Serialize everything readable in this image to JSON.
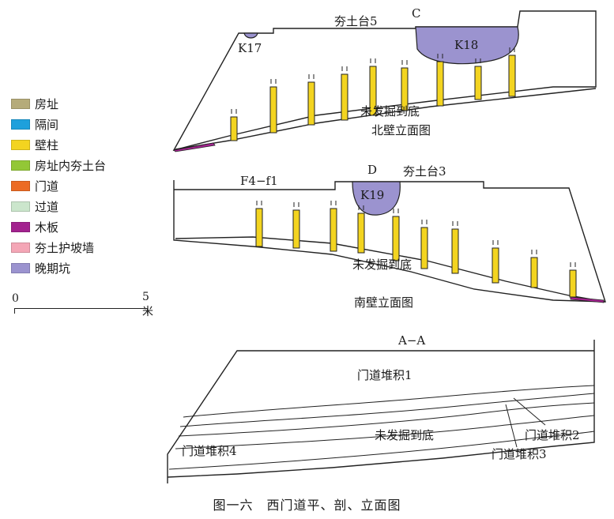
{
  "legend": [
    {
      "label": "房址",
      "color": "#b5ab7a"
    },
    {
      "label": "隔间",
      "color": "#1ea0dc"
    },
    {
      "label": "壁柱",
      "color": "#f3d420"
    },
    {
      "label": "房址内夯土台",
      "color": "#93c736"
    },
    {
      "label": "门道",
      "color": "#ec6b24"
    },
    {
      "label": "过道",
      "color": "#cbe6cc"
    },
    {
      "label": "木板",
      "color": "#a3238f"
    },
    {
      "label": "夯土护坡墙",
      "color": "#f4a6b6"
    },
    {
      "label": "晚期坑",
      "color": "#9b93cf"
    }
  ],
  "scale": {
    "zero": "0",
    "five": "5米"
  },
  "north": {
    "title": "北壁立面图",
    "letter": "C",
    "rammed": "夯土台5",
    "pit_small": "K17",
    "pit_large": "K18",
    "unexcavated": "未发掘到底"
  },
  "south": {
    "title": "南壁立面图",
    "letter": "D",
    "rammed": "夯土台3",
    "f4": "F4−f1",
    "pit": "K19",
    "unexcavated": "未发掘到底"
  },
  "section": {
    "title": "A−A",
    "deposit1": "门道堆积1",
    "deposit2": "门道堆积2",
    "deposit3": "门道堆积3",
    "deposit4": "门道堆积4",
    "unexcavated": "未发掘到底"
  },
  "caption": "图一六　西门道平、剖、立面图",
  "colors": {
    "pillar": "#f3d420",
    "pit": "#9b93cf",
    "board": "#a3238f",
    "line": "#222222"
  }
}
